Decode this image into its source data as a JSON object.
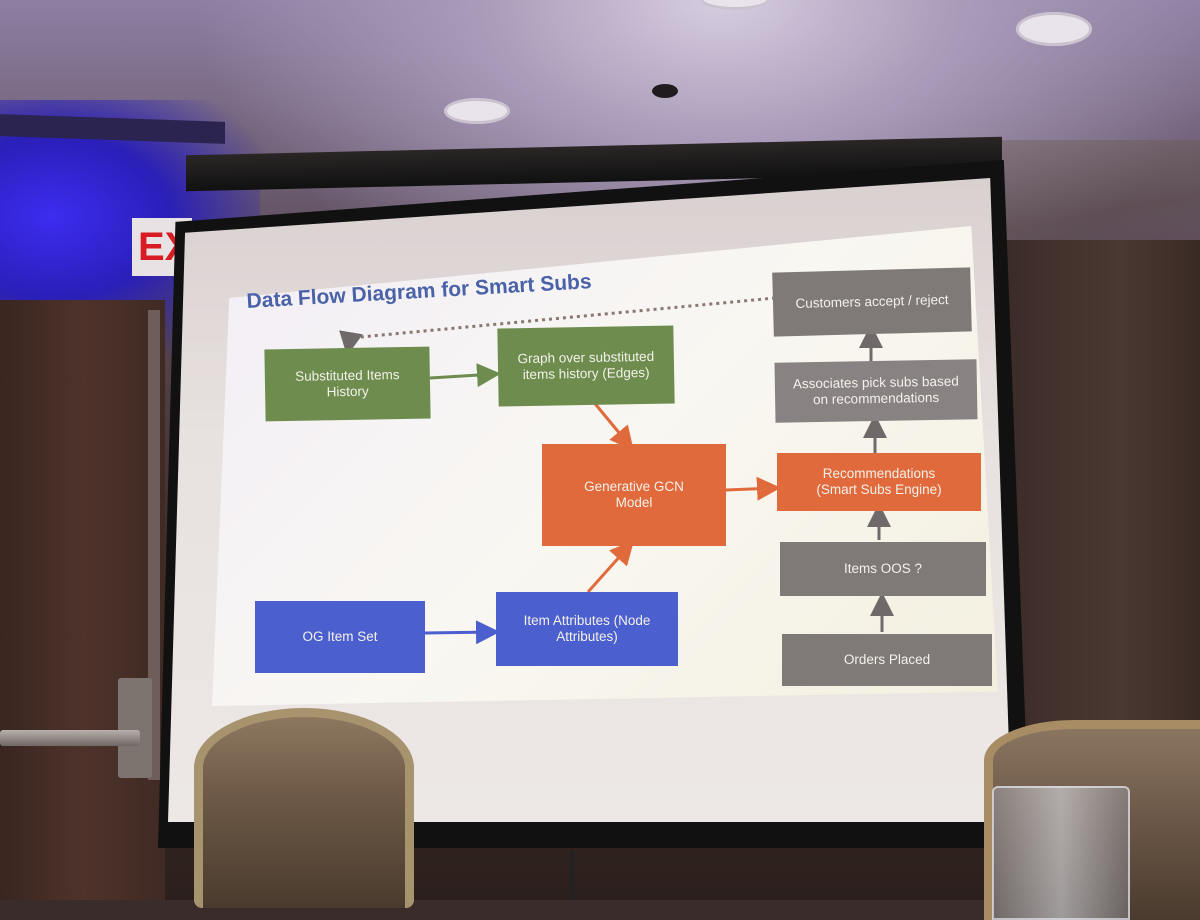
{
  "exit_sign": "EX",
  "slide": {
    "title": "Data Flow Diagram for Smart Subs",
    "boxes": {
      "substituted_history": "Substituted Items History",
      "graph_history": "Graph over  substituted items history (Edges)",
      "gcn_model": "Generative GCN Model",
      "og_item_set": "OG Item Set",
      "item_attributes": "Item Attributes (Node Attributes)",
      "customers": "Customers accept / reject",
      "associates": "Associates pick subs based on recommendations",
      "recommendations": "Recommendations (Smart Subs Engine)",
      "items_oos": "Items OOS ?",
      "orders_placed": "Orders Placed"
    }
  }
}
